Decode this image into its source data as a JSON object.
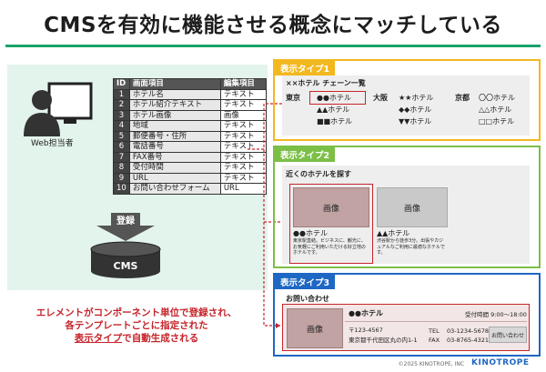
{
  "title": "CMSを有効に機能させる概念にマッチしている",
  "left": {
    "user_label": "Web担当者",
    "table": {
      "headers": [
        "ID",
        "画面項目",
        "編集項目"
      ],
      "rows": [
        [
          "1",
          "ホテル名",
          "テキスト"
        ],
        [
          "2",
          "ホテル紹介テキスト",
          "テキスト"
        ],
        [
          "3",
          "ホテル画像",
          "画像"
        ],
        [
          "4",
          "地域",
          "テキスト"
        ],
        [
          "5",
          "郵便番号・住所",
          "テキスト"
        ],
        [
          "6",
          "電話番号",
          "テキスト"
        ],
        [
          "7",
          "FAX番号",
          "テキスト"
        ],
        [
          "8",
          "受付時間",
          "テキスト"
        ],
        [
          "9",
          "URL",
          "テキスト"
        ],
        [
          "10",
          "お問い合わせフォーム",
          "URL"
        ]
      ]
    },
    "register_label": "登録",
    "cms_label": "CMS",
    "caption": {
      "line1": "エレメントがコンポーネント単位で登録され、",
      "line2": "各テンプレートごとに指定された",
      "line3_u": "表示タイプ",
      "line3_rest": "で自動生成される"
    }
  },
  "type1": {
    "label": "表示タイプ1",
    "chain": "××ホテル チェーン一覧",
    "cols": [
      {
        "region": "東京",
        "hotels": [
          "●●ホテル",
          "▲▲ホテル",
          "■■ホテル"
        ]
      },
      {
        "region": "大阪",
        "hotels": [
          "★★ホテル",
          "◆◆ホテル",
          "▼▼ホテル"
        ]
      },
      {
        "region": "京都",
        "hotels": [
          "〇〇ホテル",
          "△△ホテル",
          "□□ホテル"
        ]
      }
    ]
  },
  "type2": {
    "label": "表示タイプ2",
    "heading": "近くのホテルを探す",
    "card1": {
      "image": "画像",
      "name": "●●ホテル",
      "desc": "東京駅直結。ビジネスに、観光に、お気軽にご利用いただける好立地のホテルです。"
    },
    "card2": {
      "image": "画像",
      "name": "▲▲ホテル",
      "desc": "渋谷駅から徒歩3分。出張やカジュアルなご利用に最適なホテルです。"
    }
  },
  "type3": {
    "label": "表示タイプ3",
    "heading": "お問い合わせ",
    "image": "画像",
    "name": "●●ホテル",
    "hours": "受付時間 9:00～18:00",
    "zip": "〒123-4567",
    "address": "東京都千代田区丸の内1-1",
    "tel_label": "TEL",
    "tel": "03-1234-5678",
    "fax_label": "FAX",
    "fax": "03-8765-4321",
    "button": "お問い合わせ"
  },
  "footer": {
    "copyright": "©2025 KINOTROPE, INC",
    "logo": "KINOTROPE"
  },
  "colors": {
    "green": "#1aa36a",
    "yellow": "#f2b81f",
    "lime": "#7cbf47",
    "blue": "#1e67c4",
    "red": "#c6242a"
  }
}
